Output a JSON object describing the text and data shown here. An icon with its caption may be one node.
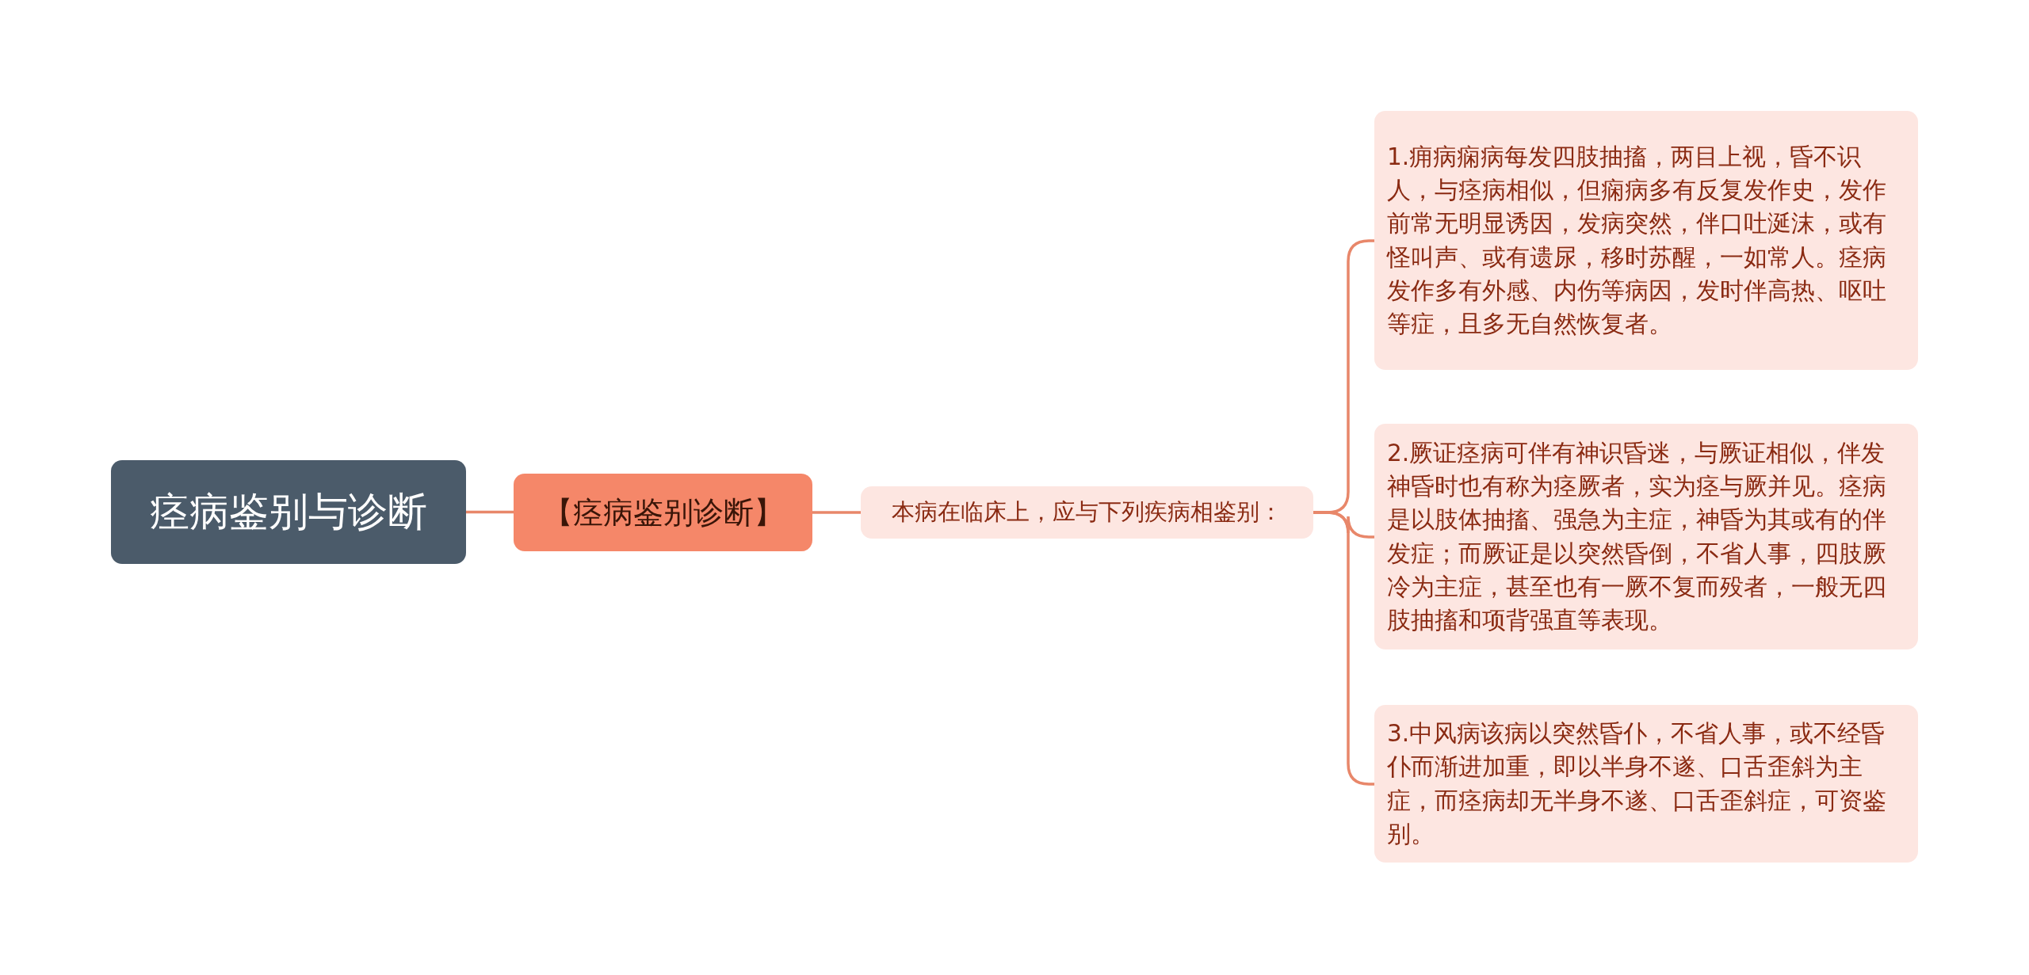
{
  "diagram": {
    "nodes": [
      {
        "text": [
          "痉病鉴别与诊断"
        ]
      },
      {
        "text": [
          "【痉病鉴别诊断】"
        ]
      },
      {
        "text": [
          "本病在临床上，应与下列疾病相鉴别："
        ]
      },
      {
        "text": [
          "1.痈病痫病每发四肢抽搐，两目上视，昏不识人，与痉病相似，但痫病多有反复发作史，发作前常无明显诱因，发病突然，伴口吐涎沫，或有怪叫声、或有遗尿，移时苏醒，一如常人。痉病发作多有外感、内伤等病因，发时伴高热、呕吐等症，且多无自然恢复者。"
        ]
      },
      {
        "text": [
          "2.厥证痉病可伴有神识昏迷，与厥证相似，伴发神昏时也有称为痉厥者，实为痉与厥并见。痉病是以肢体抽搐、强急为主症，神昏为其或有的伴发症；而厥证是以突然昏倒，不省人事，四肢厥冷为主症，甚至也有一厥不复而殁者，一般无四肢抽搐和项背强直等表现。"
        ]
      },
      {
        "text": [
          "3.中风病该病以突然昏仆，不省人事，或不经昏仆而渐进加重，即以半身不遂、口舌歪斜为主症，而痉病却无半身不遂、口舌歪斜症，可资鉴别。"
        ]
      }
    ],
    "edges": [
      {
        "from": 0,
        "to": 1,
        "arrow": "none"
      },
      {
        "from": 1,
        "to": 2,
        "arrow": "none"
      },
      {
        "from": 2,
        "to": 3,
        "arrow": "none"
      },
      {
        "from": 2,
        "to": 4,
        "arrow": "none"
      },
      {
        "from": 2,
        "to": 5,
        "arrow": "none"
      }
    ]
  }
}
